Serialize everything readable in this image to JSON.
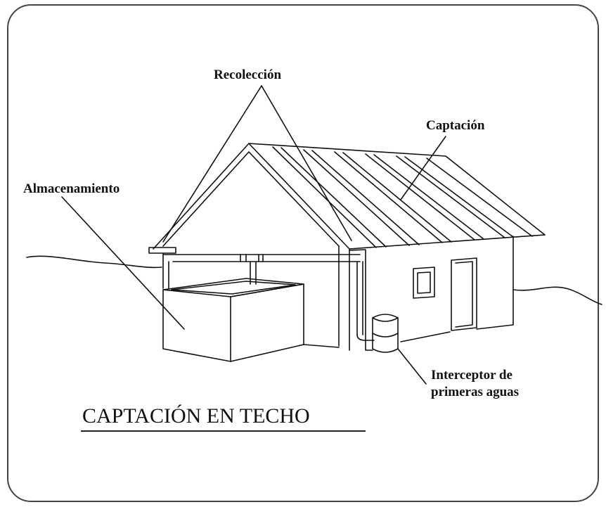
{
  "labels": {
    "recoleccion": "Recolección",
    "captacion": "Captación",
    "almacenamiento": "Almacenamiento",
    "interceptor_line1": "Interceptor de",
    "interceptor_line2": "primeras aguas"
  },
  "title": "CAPTACIÓN EN TECHO",
  "colors": {
    "ink": "#111111",
    "border": "#444444",
    "background": "#ffffff"
  }
}
